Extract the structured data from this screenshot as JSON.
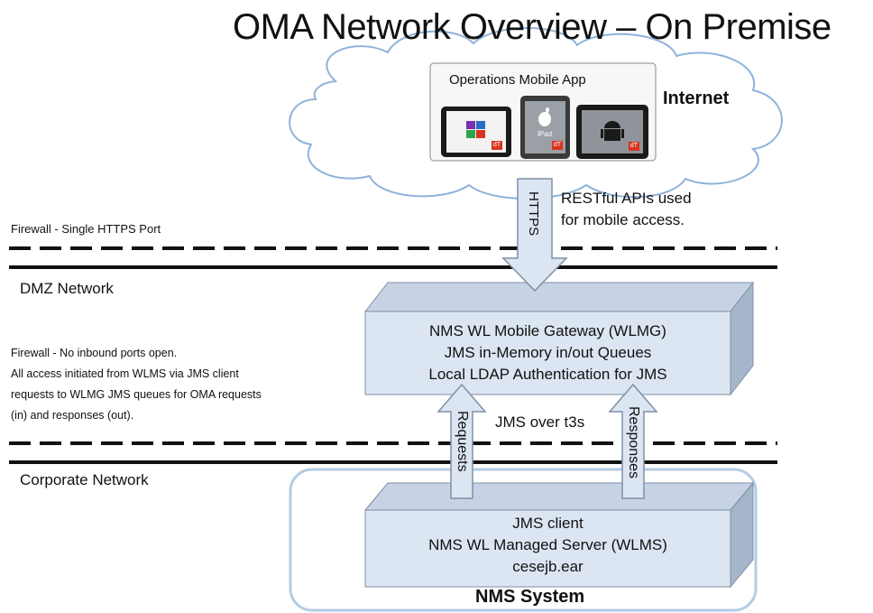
{
  "title": "OMA Network Overview – On Premise",
  "internet": {
    "label": "Internet",
    "app_card_title": "Operations Mobile App",
    "devices": [
      {
        "name": "Windows",
        "icon": "windows-logo-icon",
        "badge": "dT"
      },
      {
        "name": "iPad",
        "icon": "apple-logo-icon",
        "badge": "dT",
        "text": "iPad"
      },
      {
        "name": "Android",
        "icon": "android-logo-icon",
        "badge": "dT"
      }
    ]
  },
  "https_arrow_label": "HTTPS",
  "restful_note": [
    "RESTful APIs used",
    "for mobile access."
  ],
  "firewall_top_label": "Firewall  - Single HTTPS Port",
  "dmz_label": "DMZ Network",
  "gateway_box": {
    "lines": [
      "NMS WL Mobile Gateway (WLMG)",
      "JMS in-Memory in/out Queues",
      "Local LDAP Authentication for JMS"
    ]
  },
  "firewall_bottom_note": [
    "Firewall  - No inbound ports open.",
    "All access initiated from WLMS via JMS client",
    "requests to WLMG JMS queues for OMA requests",
    "(in) and responses (out)."
  ],
  "jms_label": "JMS over t3s",
  "requests_label": "Requests",
  "responses_label": "Responses",
  "corporate_label": "Corporate Network",
  "server_box": {
    "lines": [
      "JMS client",
      "NMS WL Managed Server (WLMS)",
      "cesejb.ear"
    ]
  },
  "nms_system_label": "NMS System",
  "colors": {
    "box_fill": "#dce6f2",
    "box_side": "#a6b6ca",
    "box_top": "#c7d3e4",
    "arrow_fill": "#dce6f2",
    "stroke": "#7f8fa6",
    "system_outline": "#b3cde3"
  }
}
